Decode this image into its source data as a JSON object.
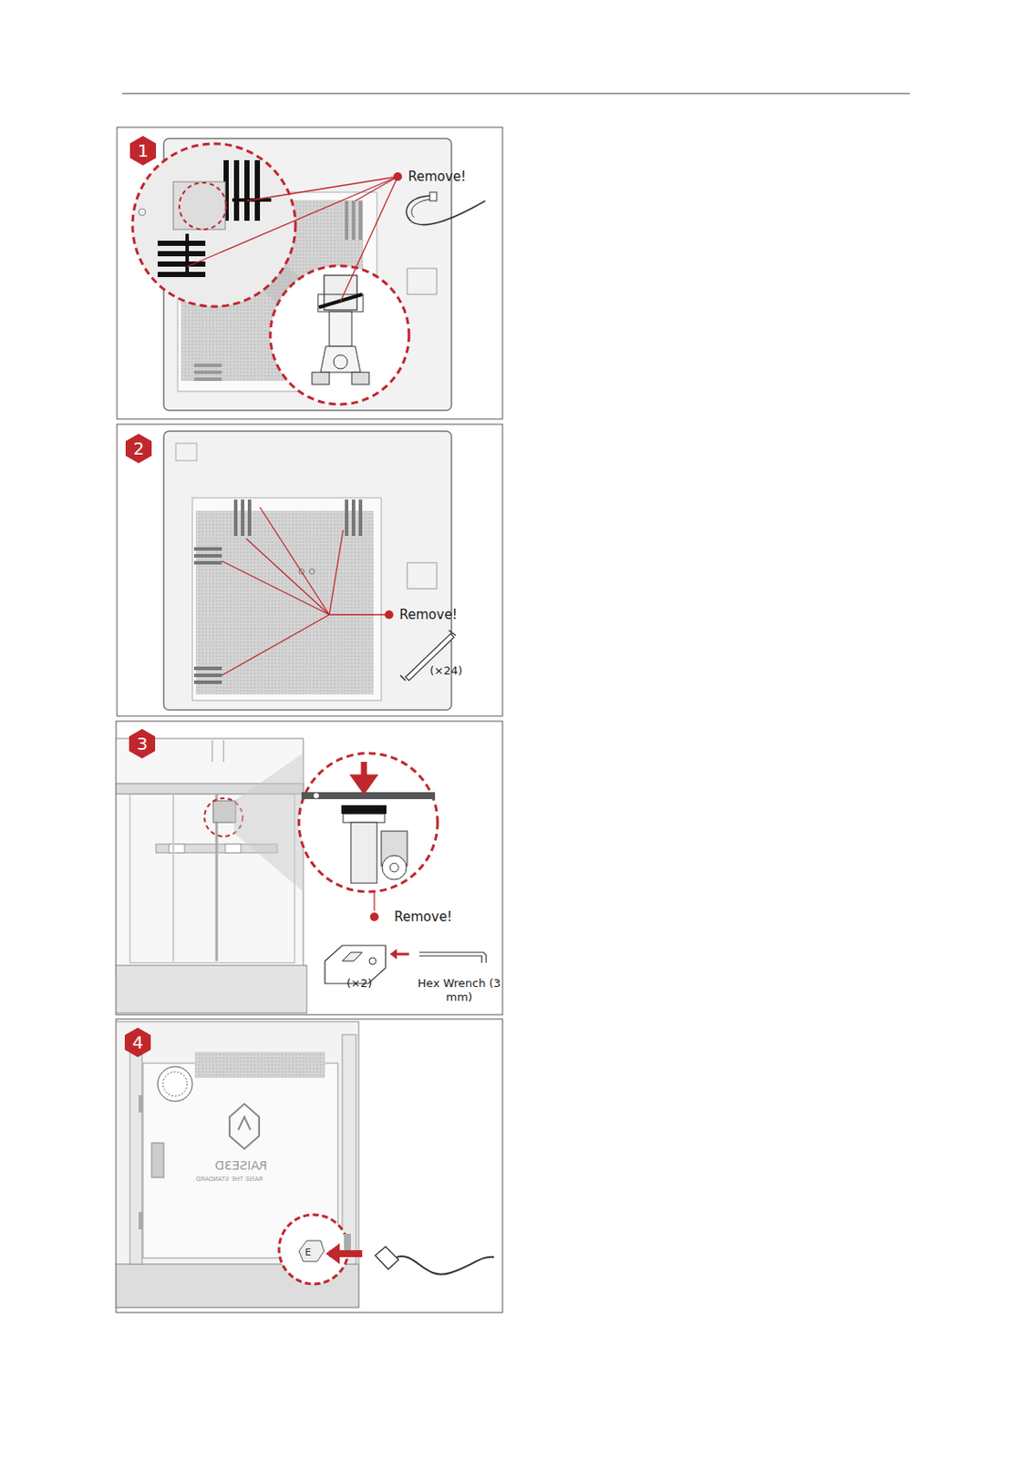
{
  "diagram": {
    "nodes": [
      {
        "text": [
          "1"
        ]
      },
      {
        "text": [
          "2"
        ]
      },
      {
        "text": [
          "3"
        ]
      },
      {
        "text": [
          "4"
        ]
      }
    ],
    "labels": [
      "Remove!",
      "Remove!",
      "(×24)",
      "Remove!",
      "(×2)",
      "Hex Wrench (3 mm)",
      "RAISE3D",
      "RAISE THE STANDARD"
    ]
  }
}
